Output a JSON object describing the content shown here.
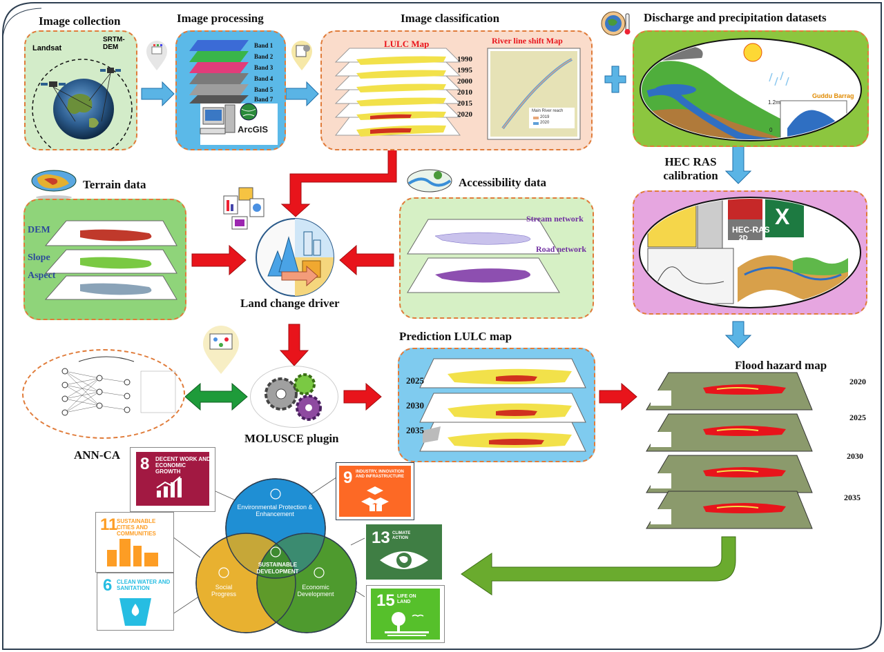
{
  "sections": {
    "image_collection": "Image collection",
    "image_processing": "Image processing",
    "image_classification": "Image classification",
    "discharge_precip": "Discharge and precipitation datasets",
    "terrain_data": "Terrain data",
    "accessibility_data": "Accessibility data",
    "land_change_driver": "Land change driver",
    "hec_ras_calibration": "HEC RAS calibration",
    "prediction_lulc": "Prediction LULC map",
    "flood_hazard": "Flood hazard map",
    "molusce": "MOLUSCE plugin",
    "ann_ca": "ANN-CA"
  },
  "collection": {
    "landsat": "Landsat",
    "srtm": "SRTM-DEM"
  },
  "processing": {
    "bands": [
      "Band 1",
      "Band 2",
      "Band 3",
      "Band 4",
      "Band 5",
      "Band 7"
    ],
    "arcgis": "ArcGIS"
  },
  "classification": {
    "lulc_map": "LULC Map",
    "river_shift_map": "River line shift Map",
    "years": [
      "1990",
      "1995",
      "2000",
      "2010",
      "2015",
      "2020"
    ],
    "legend_title": "Main River reach",
    "legend_items": [
      "2019",
      "2020"
    ]
  },
  "discharge": {
    "gauge_label": "1.2m",
    "gauge_zero": "0",
    "barrage": "Guddu Barrag"
  },
  "terrain": {
    "layers": [
      "DEM",
      "Slope",
      "Aspect"
    ]
  },
  "accessibility": {
    "layers": [
      "Stream network",
      "Road network"
    ]
  },
  "hecras": {
    "logo": "HEC-RAS",
    "sub": "2D"
  },
  "prediction": {
    "years": [
      "2025",
      "2030",
      "2035"
    ]
  },
  "flood": {
    "years": [
      "2020",
      "2025",
      "2030",
      "2035"
    ]
  },
  "sdgs": [
    {
      "num": "8",
      "text": "DECENT WORK AND ECONOMIC GROWTH",
      "color": "#a21942"
    },
    {
      "num": "9",
      "text": "INDUSTRY, INNOVATION AND INFRASTRUCTURE",
      "color": "#fd6925"
    },
    {
      "num": "11",
      "text": "SUSTAINABLE CITIES AND COMMUNITIES",
      "color": "#fd9d24"
    },
    {
      "num": "6",
      "text": "CLEAN WATER AND SANITATION",
      "color": "#26bde2"
    },
    {
      "num": "13",
      "text": "CLIMATE ACTION",
      "color": "#3f7e44"
    },
    {
      "num": "15",
      "text": "LIFE ON LAND",
      "color": "#56c02b"
    }
  ],
  "venn": {
    "environment": "Environmental Protection & Enhancement",
    "social": "Social Progress",
    "economic": "Economic Development",
    "center": "SUSTAINABLE DEVELOPMENT"
  },
  "colors": {
    "panel_border": "#e07b39",
    "arrow_red": "#e8141b",
    "arrow_blue": "#5ab4e5",
    "arrow_green": "#6aab2e"
  }
}
